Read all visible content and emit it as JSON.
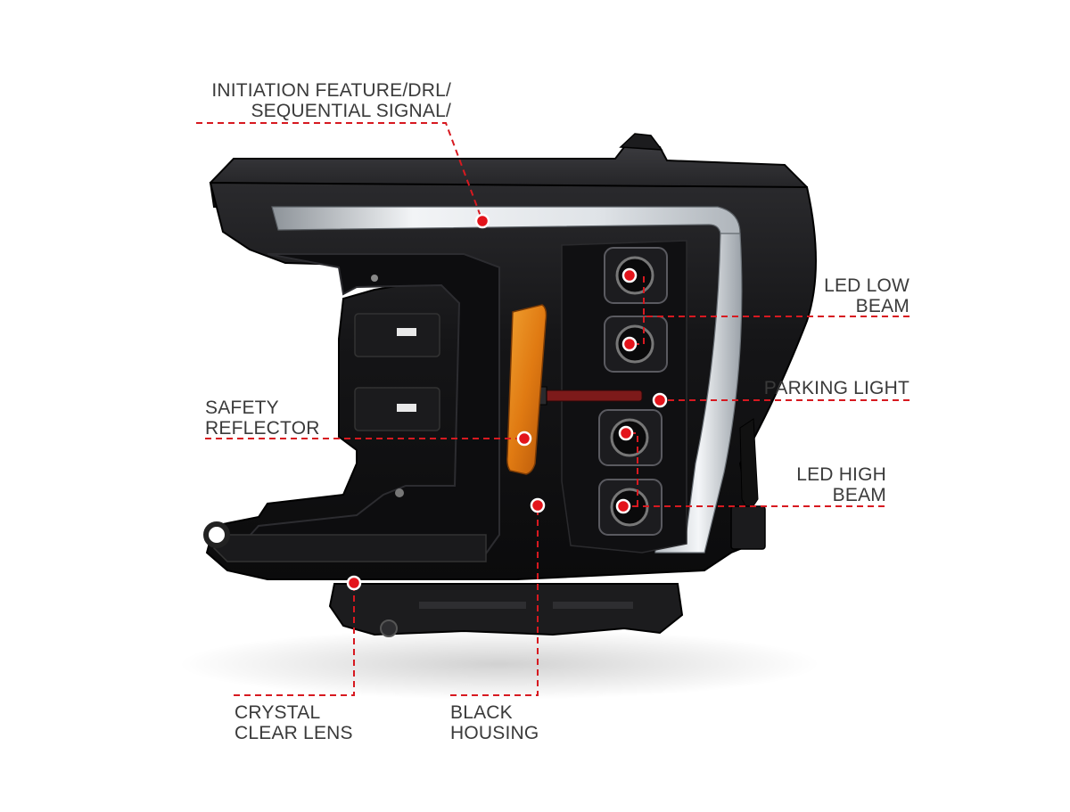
{
  "callouts": {
    "initiation": {
      "line1": "INITIATION FEATURE/DRL/",
      "line2": "SEQUENTIAL SIGNAL/"
    },
    "led_low": {
      "line1": "LED LOW",
      "line2": "BEAM"
    },
    "parking": {
      "line1": "PARKING LIGHT"
    },
    "led_high": {
      "line1": "LED HIGH",
      "line2": "BEAM"
    },
    "safety": {
      "line1": "SAFETY",
      "line2": "REFLECTOR"
    },
    "crystal": {
      "line1": "CRYSTAL",
      "line2": "CLEAR LENS"
    },
    "housing": {
      "line1": "BLACK",
      "line2": "HOUSING"
    }
  },
  "colors": {
    "leader_line": "#d71920",
    "marker_fill": "#e3141b",
    "housing": "#141416",
    "amber_reflector": "#e07a12",
    "drl_strip": "#e6e9ec",
    "text": "#3a3a3a"
  },
  "icons": {
    "callout_marker": "red-dot-marker"
  }
}
